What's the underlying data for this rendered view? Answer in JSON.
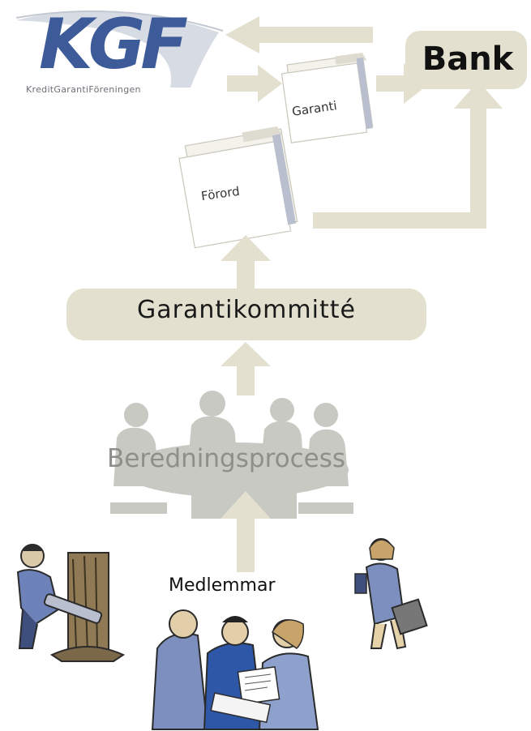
{
  "logo": {
    "text": "KGF",
    "subtitle": "KreditGarantiFöreningen"
  },
  "nodes": {
    "bank": "Bank",
    "garanti": "Garanti",
    "forord": "Förord",
    "garantikommitte": "Garantikommitté",
    "beredningsprocess": "Beredningsprocess",
    "medlemmar": "Medlemmar"
  },
  "colors": {
    "flow": "#e3e0cf",
    "logo_blue": "#3d5a99",
    "meeting_gray": "#c9c9c4",
    "figure_blue": "#7c8fbf"
  },
  "icons": [
    "kgf-logo-icon",
    "document-icon",
    "meeting-people-icon",
    "lumberjack-icon",
    "business-group-icon",
    "businesswoman-icon"
  ]
}
